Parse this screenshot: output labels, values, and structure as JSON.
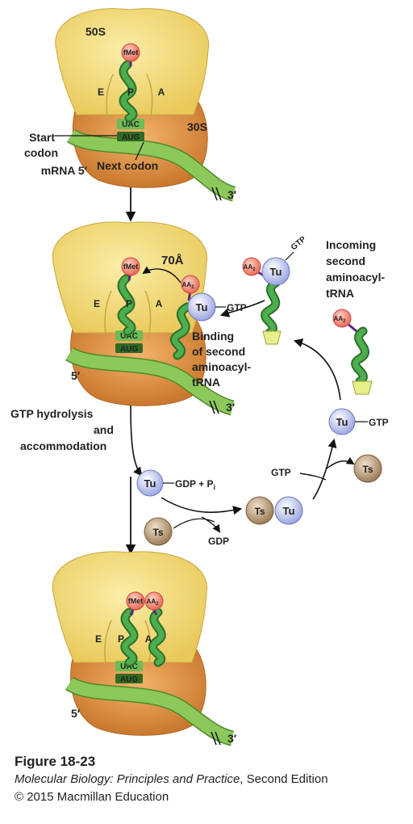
{
  "panel1": {
    "large_subunit": "50S",
    "small_subunit": "30S",
    "p_amino_acid": "fMet",
    "site_e": "E",
    "site_p": "P",
    "site_a": "A",
    "anticodon": "UAC",
    "codon": "AUG",
    "start_codon_label": [
      "Start",
      "codon"
    ],
    "mrna_5_label": "mRNA 5′",
    "next_codon_label": "Next codon",
    "mrna_3_label": "3′"
  },
  "panel2": {
    "p_amino_acid": "fMet",
    "site_e": "E",
    "site_p": "P",
    "site_a": "A",
    "anticodon": "UAC",
    "codon": "AUG",
    "distance_label": "70Å",
    "aa_label": "AA",
    "aa_sub": "2",
    "tu_label": "Tu",
    "gtp_label": "GTP",
    "binding_label": [
      "Binding",
      "of second",
      "aminoacyl-",
      "tRNA"
    ],
    "mrna_5_label": "5′",
    "mrna_3_label": "3′"
  },
  "cycle": {
    "incoming_label": [
      "Incoming",
      "second",
      "aminoacyl-",
      "tRNA"
    ],
    "gtp_label": "GTP",
    "tu_label": "Tu",
    "ts_label": "Ts",
    "aa_label": "AA",
    "aa_sub": "2",
    "gdp_pi_label": "GDP + P",
    "gdp_pi_sub": "i",
    "gdp_label": "GDP",
    "hydrolysis_label": [
      "GTP hydrolysis",
      "and",
      "accommodation"
    ]
  },
  "panel3": {
    "p_amino_acid": "fMet",
    "aa_label": "AA",
    "aa_sub": "2",
    "site_e": "E",
    "site_p": "P",
    "site_a": "A",
    "anticodon": "UAC",
    "codon": "AUG",
    "mrna_5_label": "5′",
    "mrna_3_label": "3′"
  },
  "caption": {
    "figure": "Figure 18-23",
    "book_title": "Molecular Biology: Principles and Practice",
    "edition": ", Second Edition",
    "copyright": "© 2015 Macmillan Education"
  },
  "colors": {
    "large_subunit": "#f3dc7a",
    "small_subunit": "#e59a4c",
    "trna": "#3f9a3f",
    "mrna": "#8cc85a",
    "amino_acid": "#f08a78",
    "tu": "#bcc6ee",
    "ts": "#b49a78"
  }
}
